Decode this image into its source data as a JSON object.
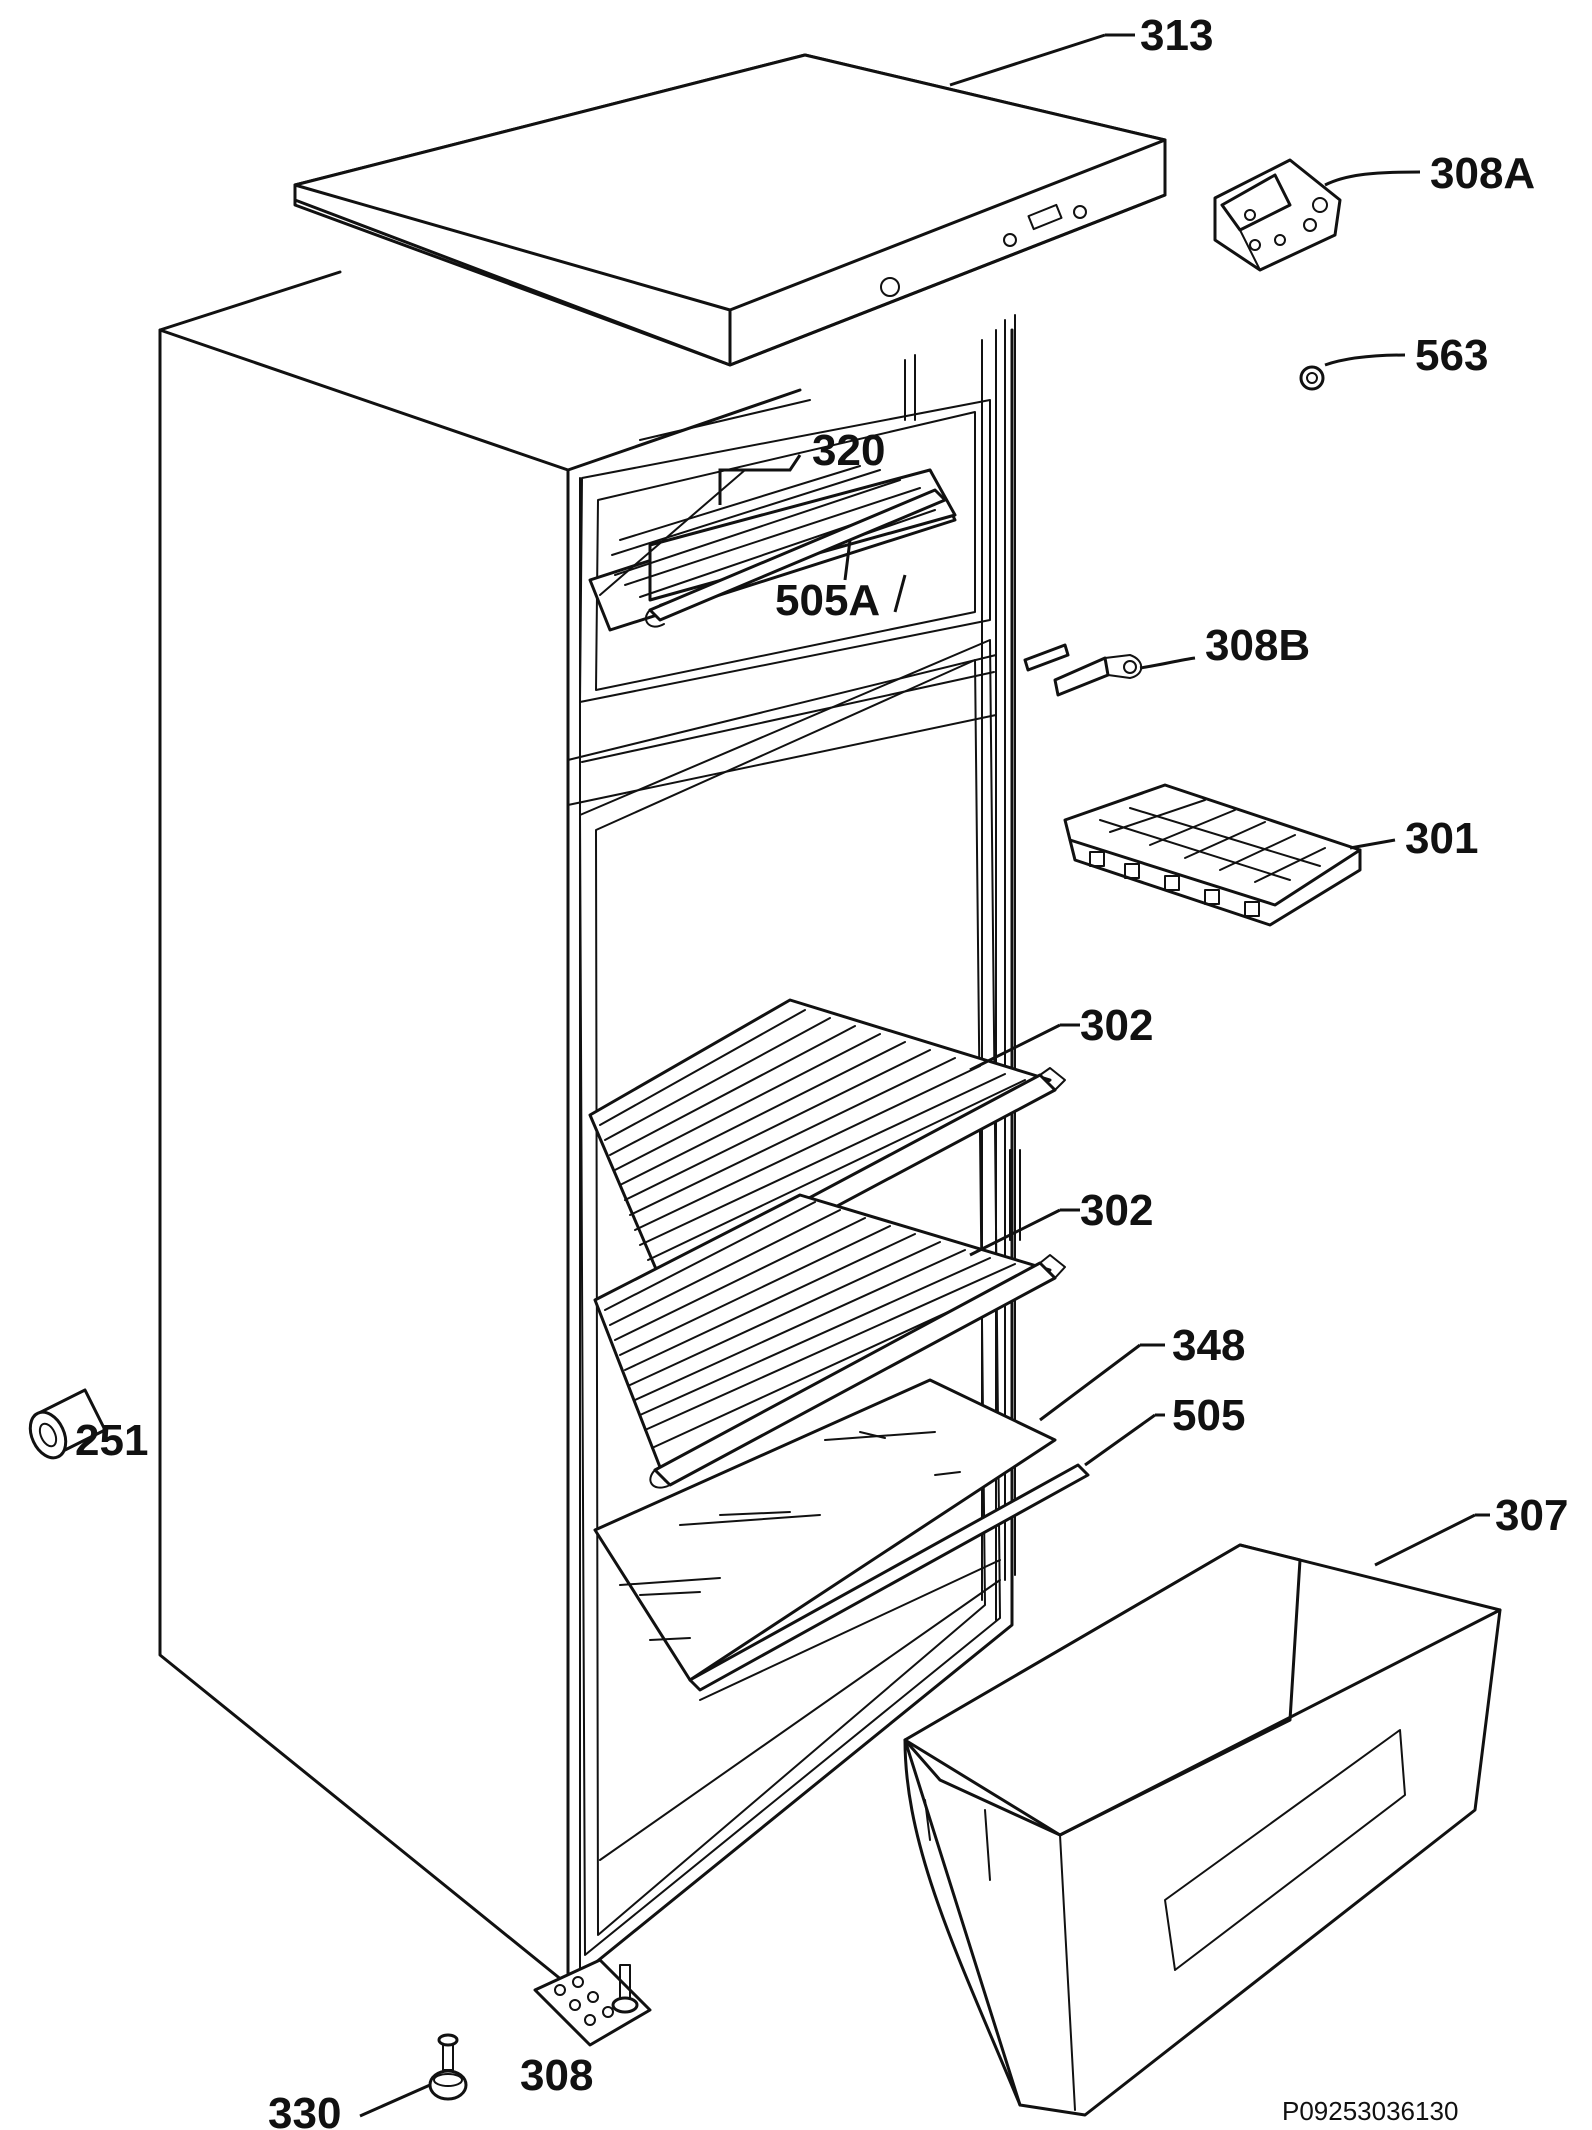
{
  "diagram": {
    "parts": [
      {
        "id": "lid",
        "label": "313"
      },
      {
        "id": "hinge-top",
        "label": "308A"
      },
      {
        "id": "screw-cap",
        "label": "563"
      },
      {
        "id": "freezer-shelf",
        "label": "320"
      },
      {
        "id": "freezer-strip",
        "label": "505A"
      },
      {
        "id": "hinge-middle",
        "label": "308B"
      },
      {
        "id": "ice-tray",
        "label": "301"
      },
      {
        "id": "shelf-upper",
        "label": "302"
      },
      {
        "id": "shelf-lower",
        "label": "302"
      },
      {
        "id": "glass-shelf",
        "label": "348"
      },
      {
        "id": "glass-strip",
        "label": "505"
      },
      {
        "id": "crisper-drawer",
        "label": "307"
      },
      {
        "id": "foot",
        "label": "251"
      },
      {
        "id": "adjustable-foot",
        "label": "330"
      },
      {
        "id": "hinge-bottom",
        "label": "308"
      }
    ],
    "drawing_code": "P09253036130"
  }
}
